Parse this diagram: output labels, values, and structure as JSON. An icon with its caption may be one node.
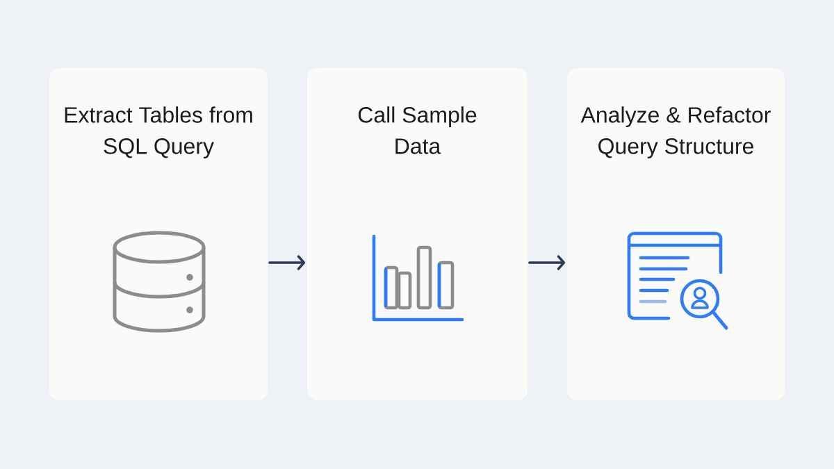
{
  "diagram": {
    "nodes": [
      {
        "text": [
          "Extract Tables from SQL Query"
        ]
      },
      {
        "text": [
          "Call Sample Data"
        ]
      },
      {
        "text": [
          "Analyze & Refactor Query Structure"
        ]
      }
    ],
    "edges": [
      {
        "from": 0,
        "to": 1,
        "arrow": "to"
      },
      {
        "from": 1,
        "to": 2,
        "arrow": "to"
      }
    ]
  }
}
